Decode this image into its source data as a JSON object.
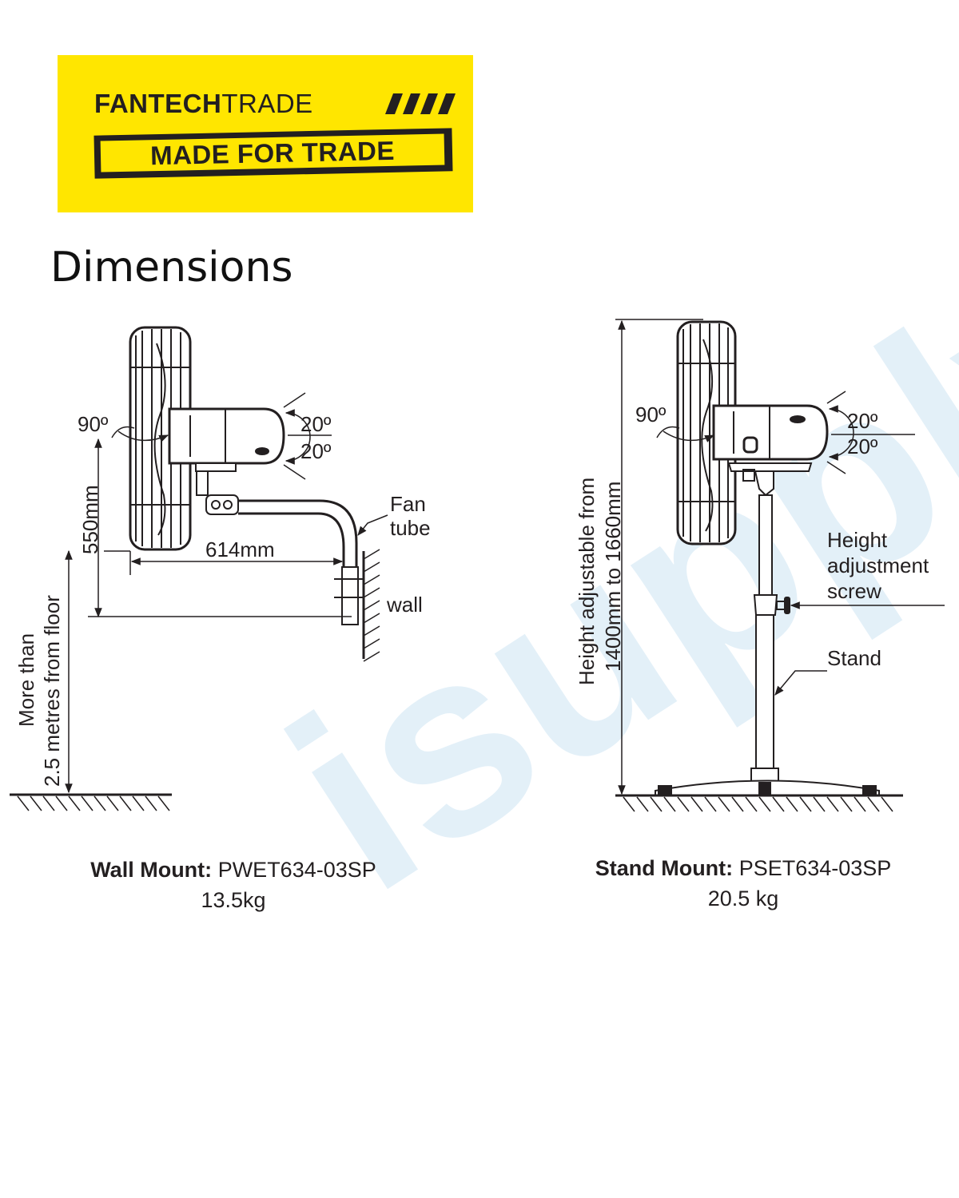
{
  "logo": {
    "brand_bold": "FANTECH",
    "brand_light": "TRADE",
    "tagline": "MADE FOR TRADE",
    "colors": {
      "background": "#ffe600",
      "ink": "#231f20"
    }
  },
  "page_title": "Dimensions",
  "watermark": "isupply electrical | data | lighting",
  "wall_mount": {
    "rotation_horizontal": "90º",
    "tilt_up": "20º",
    "tilt_down": "20º",
    "vertical_dim": "550mm",
    "horizontal_dim": "614mm",
    "fan_tube_line1": "Fan",
    "fan_tube_line2": "tube",
    "wall_label": "wall",
    "floor_height_line1": "More than",
    "floor_height_line2": "2.5 metres from floor",
    "caption_bold": "Wall Mount:",
    "caption_model": "PWET634-03SP",
    "caption_weight": "13.5kg"
  },
  "stand_mount": {
    "rotation_horizontal": "90º",
    "tilt_up": "20º",
    "tilt_down": "20º",
    "height_line1": "Height adjustable from",
    "height_line2": "1400mm to 1660mm",
    "screw_line1": "Height",
    "screw_line2": "adjustment",
    "screw_line3": "screw",
    "stand_label": "Stand",
    "caption_bold": "Stand Mount:",
    "caption_model": "PSET634-03SP",
    "caption_weight": "20.5 kg"
  }
}
